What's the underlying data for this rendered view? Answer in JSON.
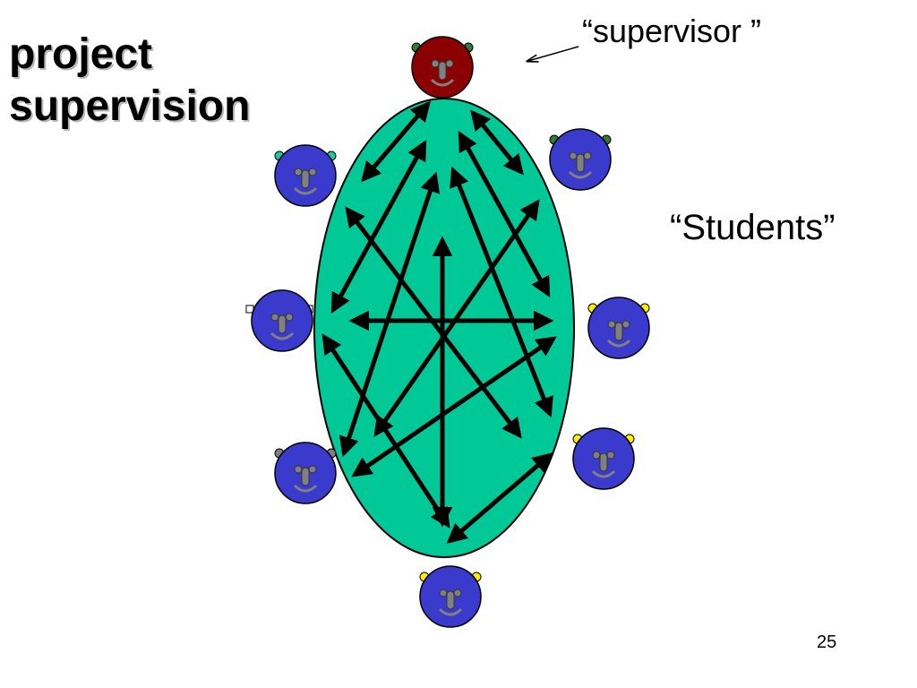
{
  "slide": {
    "title_line1": "project",
    "title_line2": "supervision",
    "supervisor_label": "“supervisor ”",
    "students_label": "“Students”",
    "page_number": "25"
  },
  "colors": {
    "ellipse_fill": "#00c896",
    "supervisor_face": "#8b0000",
    "student_face": "#3a3acc",
    "arrow": "#000000"
  },
  "people": [
    {
      "id": "supervisor",
      "role": "supervisor",
      "icon": "face-icon",
      "face_color": "#8b0000",
      "ear_color": "#2e7d32"
    },
    {
      "id": "student-1",
      "role": "student",
      "icon": "face-icon",
      "face_color": "#3a3acc",
      "ear_color": "#1ec8a0"
    },
    {
      "id": "student-2",
      "role": "student",
      "icon": "face-icon",
      "face_color": "#3a3acc",
      "ear_color": "#2e7d32"
    },
    {
      "id": "student-3",
      "role": "student",
      "icon": "face-icon",
      "face_color": "#3a3acc",
      "ear_color": "#ffffff"
    },
    {
      "id": "student-4",
      "role": "student",
      "icon": "face-icon",
      "face_color": "#3a3acc",
      "ear_color": "#ffee00"
    },
    {
      "id": "student-5",
      "role": "student",
      "icon": "face-icon",
      "face_color": "#3a3acc",
      "ear_color": "#808080"
    },
    {
      "id": "student-6",
      "role": "student",
      "icon": "face-icon",
      "face_color": "#3a3acc",
      "ear_color": "#ffee00"
    },
    {
      "id": "student-7",
      "role": "student",
      "icon": "face-icon",
      "face_color": "#3a3acc",
      "ear_color": "#ffee00"
    }
  ]
}
